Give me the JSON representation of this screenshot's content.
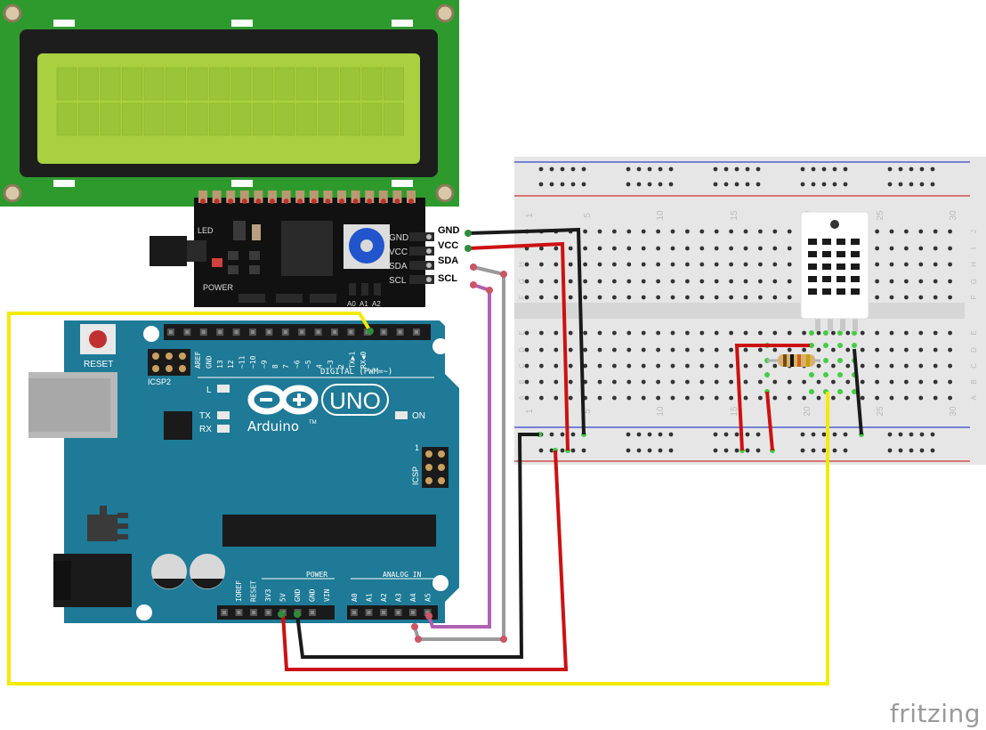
{
  "i2c_module": {
    "pins": [
      "GND",
      "VCC",
      "SDA",
      "SCL"
    ],
    "led_label": "LED",
    "power_label": "POWER",
    "address_labels": [
      "A0",
      "A1",
      "A2"
    ]
  },
  "arduino": {
    "reset_label": "RESET",
    "icsp2_label": "ICSP2",
    "icsp_label": "ICSP",
    "icsp_pin1_label": "1",
    "uno_label": "UNO",
    "brand_label": "Arduino",
    "tm_label": "TM",
    "on_label": "ON",
    "l_label": "L",
    "tx_label": "TX",
    "rx_label": "RX",
    "digital_header": "DIGITAL (PWM=~)",
    "digital_pins": [
      "AREF",
      "GND",
      "13",
      "12",
      "~11",
      "~10",
      "~9",
      "8",
      "7",
      "~6",
      "~5",
      "4",
      "~3",
      "2",
      "TX▶1",
      "RX◀0"
    ],
    "power_header": "POWER",
    "power_pins": [
      "IOREF",
      "RESET",
      "3V3",
      "5V",
      "GND",
      "GND",
      "VIN"
    ],
    "analog_header": "ANALOG IN",
    "analog_pins": [
      "A0",
      "A1",
      "A2",
      "A3",
      "A4",
      "A5"
    ]
  },
  "breadboard": {
    "column_numbers": [
      "1",
      "5",
      "10",
      "15",
      "20",
      "25",
      "30"
    ],
    "row_letters_top": [
      "J",
      "I",
      "H",
      "G",
      "F"
    ],
    "row_letters_bottom": [
      "E",
      "D",
      "C",
      "B",
      "A"
    ]
  },
  "wire_colors": {
    "red": "#cc1111",
    "black": "#1a1a1a",
    "yellow": "#f2ea00",
    "gray": "#9a9a9a",
    "purple": "#b060b0",
    "green": "#2e8b3a"
  },
  "footer": {
    "brand": "fritzing"
  }
}
